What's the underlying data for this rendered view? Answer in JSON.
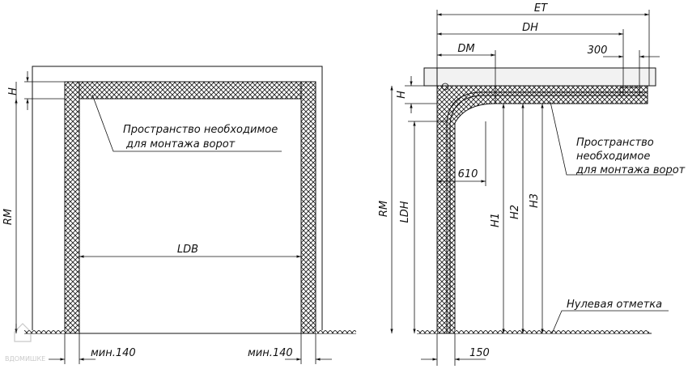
{
  "front_view": {
    "h_label": "H",
    "rm_label": "RM",
    "ldb_label": "LDB",
    "note_line1": "Пространство необходимое",
    "note_line2": "для монтажа ворот",
    "min_left": "мин.140",
    "min_right": "мин.140"
  },
  "side_view": {
    "et_label": "ET",
    "dh_label": "DH",
    "dm_label": "DM",
    "d300_label": "300",
    "h_label": "H",
    "rm_label": "RM",
    "ldh_label": "LDH",
    "d610_label": "610",
    "h1_label": "H1",
    "h2_label": "H2",
    "h3_label": "H3",
    "d150_label": "150",
    "note_line1": "Пространство",
    "note_line2": "необходимое",
    "note_line3": "для монтажа ворот",
    "zero_mark": "Нулевая отметка"
  },
  "watermark": {
    "line1": "ВДОМИШКЕ"
  }
}
